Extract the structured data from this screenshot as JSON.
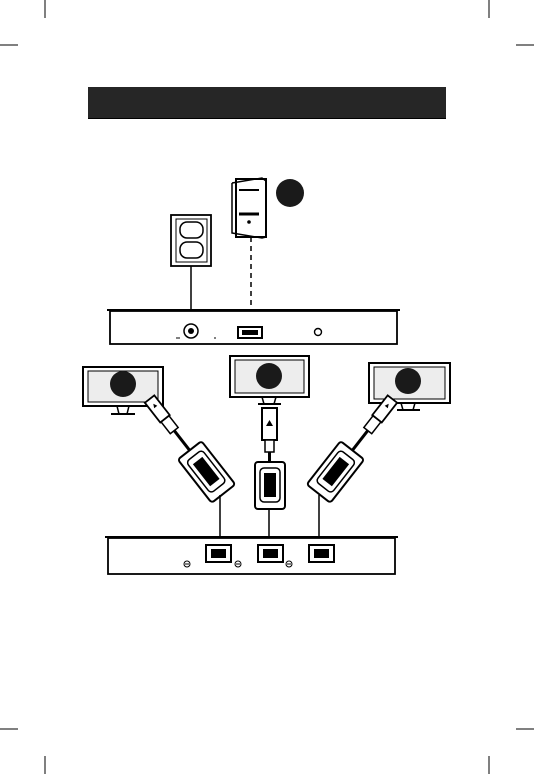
{
  "header": {
    "title": ""
  },
  "colors": {
    "bar": "#262626",
    "line": "#1a1a1a",
    "monitor_screen": "#d9d9d9",
    "badge": "#1a1a1a"
  },
  "diagram": {
    "nodes": [
      {
        "name": "computer",
        "icon": "desktop-tower-icon",
        "badge": ""
      },
      {
        "name": "power-outlet",
        "icon": "power-outlet-icon"
      },
      {
        "name": "transmitter",
        "icon": "rack-device-icon"
      },
      {
        "name": "monitor-1",
        "icon": "monitor-icon",
        "badge": ""
      },
      {
        "name": "monitor-2",
        "icon": "monitor-icon",
        "badge": ""
      },
      {
        "name": "monitor-3",
        "icon": "monitor-icon",
        "badge": ""
      },
      {
        "name": "receiver-1",
        "icon": "receiver-dongle-icon"
      },
      {
        "name": "receiver-2",
        "icon": "receiver-dongle-icon"
      },
      {
        "name": "receiver-3",
        "icon": "receiver-dongle-icon"
      },
      {
        "name": "splitter",
        "icon": "rack-device-icon"
      }
    ]
  }
}
